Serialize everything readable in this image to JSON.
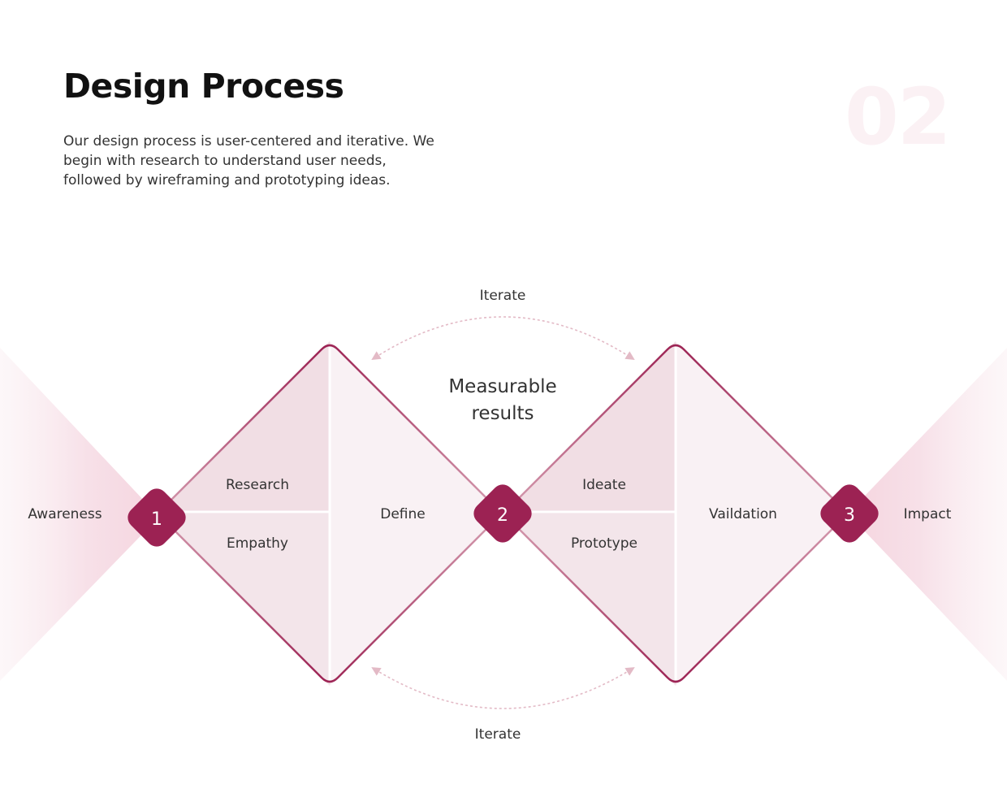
{
  "header": {
    "title": "Design Process",
    "intro": "Our design process is user-centered and iterative. We begin with research to understand user needs, followed by wireframing and prototyping ideas.",
    "page_number": "02"
  },
  "diagram": {
    "start_label": "Awareness",
    "end_label": "Impact",
    "center_label_line1": "Measurable",
    "center_label_line2": "results",
    "iterate_top": "Iterate",
    "iterate_bottom": "Iterate",
    "milestones": [
      "1",
      "2",
      "3"
    ],
    "diamond1": {
      "top_left": "Research",
      "bottom_left": "Empathy",
      "right": "Define"
    },
    "diamond2": {
      "top_left": "Ideate",
      "bottom_left": "Prototype",
      "right": "Vaildation"
    }
  },
  "colors": {
    "accent": "#9c2253",
    "light_fill": "#f9f1f4",
    "mid_fill": "#f1dee4",
    "quadrant_fill": "#f3e5ea",
    "arrow": "#e3bac6",
    "watermark": "#fbf1f4"
  }
}
